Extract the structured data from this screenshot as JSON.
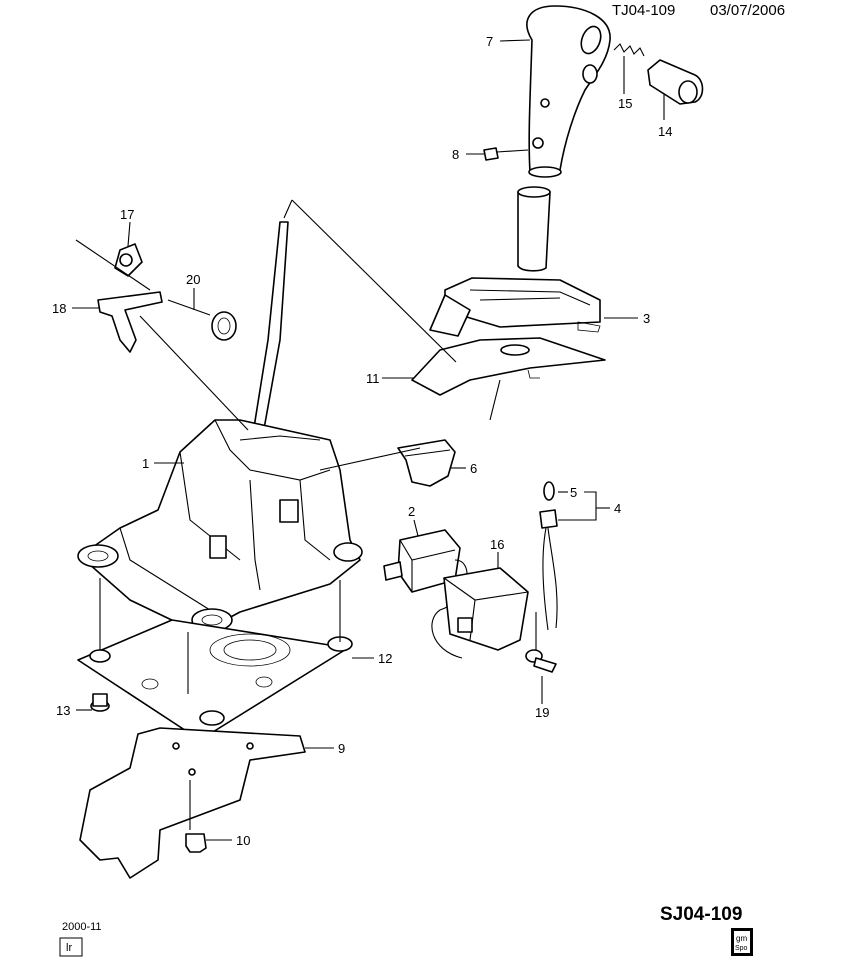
{
  "header": {
    "ref": "TJ04-109",
    "date": "03/07/2006"
  },
  "footer": {
    "code": "SJ04-109",
    "date_code": "2000-11",
    "stamp": "lr",
    "logo_top": "gm",
    "logo_bottom": "Spo"
  },
  "callouts": [
    {
      "id": "1",
      "text": "1"
    },
    {
      "id": "2",
      "text": "2"
    },
    {
      "id": "3",
      "text": "3"
    },
    {
      "id": "4",
      "text": "4"
    },
    {
      "id": "5",
      "text": "5"
    },
    {
      "id": "6",
      "text": "6"
    },
    {
      "id": "7",
      "text": "7"
    },
    {
      "id": "8",
      "text": "8"
    },
    {
      "id": "9",
      "text": "9"
    },
    {
      "id": "10",
      "text": "10"
    },
    {
      "id": "11",
      "text": "11"
    },
    {
      "id": "12",
      "text": "12"
    },
    {
      "id": "13",
      "text": "13"
    },
    {
      "id": "14",
      "text": "14"
    },
    {
      "id": "15",
      "text": "15"
    },
    {
      "id": "16",
      "text": "16"
    },
    {
      "id": "17",
      "text": "17"
    },
    {
      "id": "18",
      "text": "18"
    },
    {
      "id": "19",
      "text": "19"
    },
    {
      "id": "20",
      "text": "20"
    }
  ]
}
